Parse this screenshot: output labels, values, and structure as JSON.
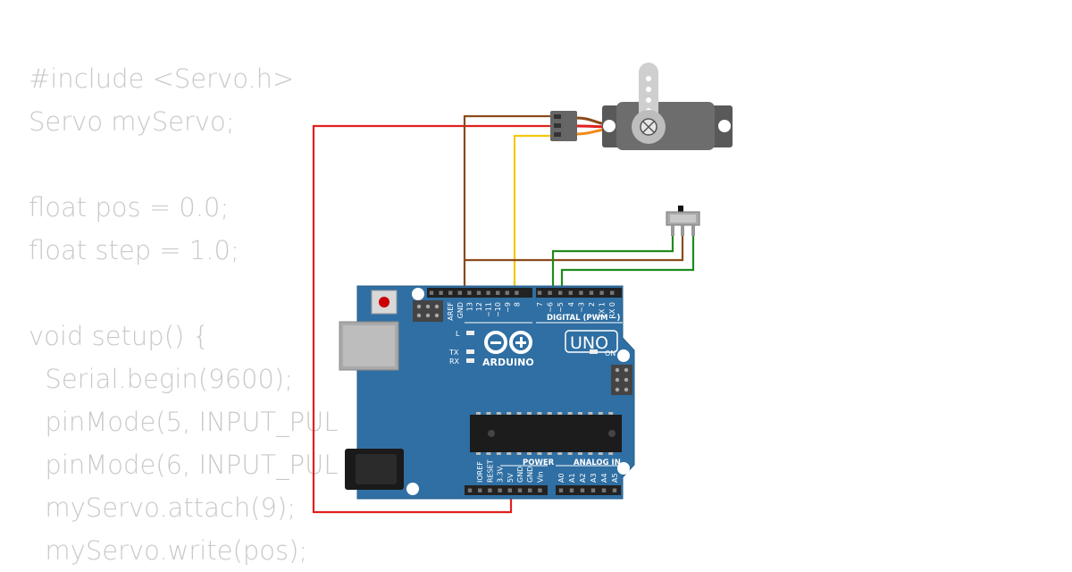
{
  "code_lines": [
    "#include <Servo.h>",
    "Servo myServo;",
    "",
    "float pos = 0.0;",
    "float step = 1.0;",
    "",
    "void setup() {",
    "  Serial.begin(9600);",
    "  pinMode(5, INPUT_PUL",
    "  pinMode(6, INPUT_PUL",
    "  myServo.attach(9);",
    "  myServo.write(pos);"
  ],
  "board": {
    "logo_text": "UNO",
    "brand": "ARDUINO",
    "digital_label": "DIGITAL (PWM ~)",
    "on_label": "ON",
    "l_label": "L",
    "tx_label": "TX",
    "rx_label": "RX",
    "power_label": "POWER",
    "analog_label": "ANALOG IN",
    "top_pins": [
      "AREF",
      "GND",
      "13",
      "12",
      "~11",
      "~10",
      "~9",
      "8",
      "7",
      "~6",
      "~5",
      "4",
      "~3",
      "2",
      "TX 1",
      "RX 0"
    ],
    "power_pins": [
      "IOREF",
      "RESET",
      "3.3V",
      "5V",
      "GND",
      "GND",
      "Vin"
    ],
    "analog_pins": [
      "A0",
      "A1",
      "A2",
      "A3",
      "A4",
      "A5"
    ]
  },
  "colors": {
    "board": "#2f6fa3",
    "wire_red": "#e02020",
    "wire_brown": "#8b4a1a",
    "wire_yellow": "#f2c811",
    "wire_green": "#1f8a1f",
    "wire_orange": "#f28a1a",
    "code_text": "#c9c9c9"
  }
}
